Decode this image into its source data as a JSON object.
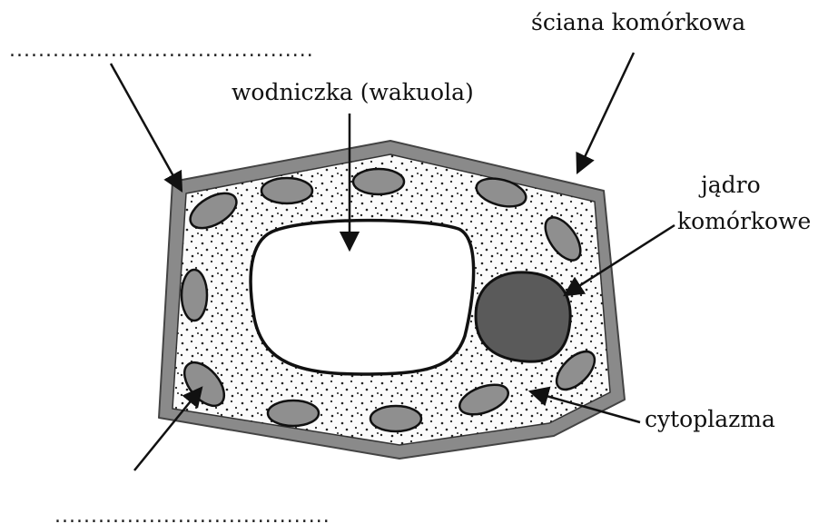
{
  "diagram": {
    "labels": {
      "cell_wall": "ściana komórkowa",
      "vacuole": "wodniczka (wakuola)",
      "nucleus_line1": "jądro",
      "nucleus_line2": "komórkowe",
      "cytoplasm": "cytoplazma",
      "blank_top": "..........................................",
      "blank_bottom": "......................................"
    },
    "colors": {
      "cell_wall": "#8a8a8a",
      "chloroplast": "#8f8f8f",
      "nucleus": "#5a5a5a",
      "vacuole": "#ffffff",
      "outline": "#111111"
    }
  }
}
